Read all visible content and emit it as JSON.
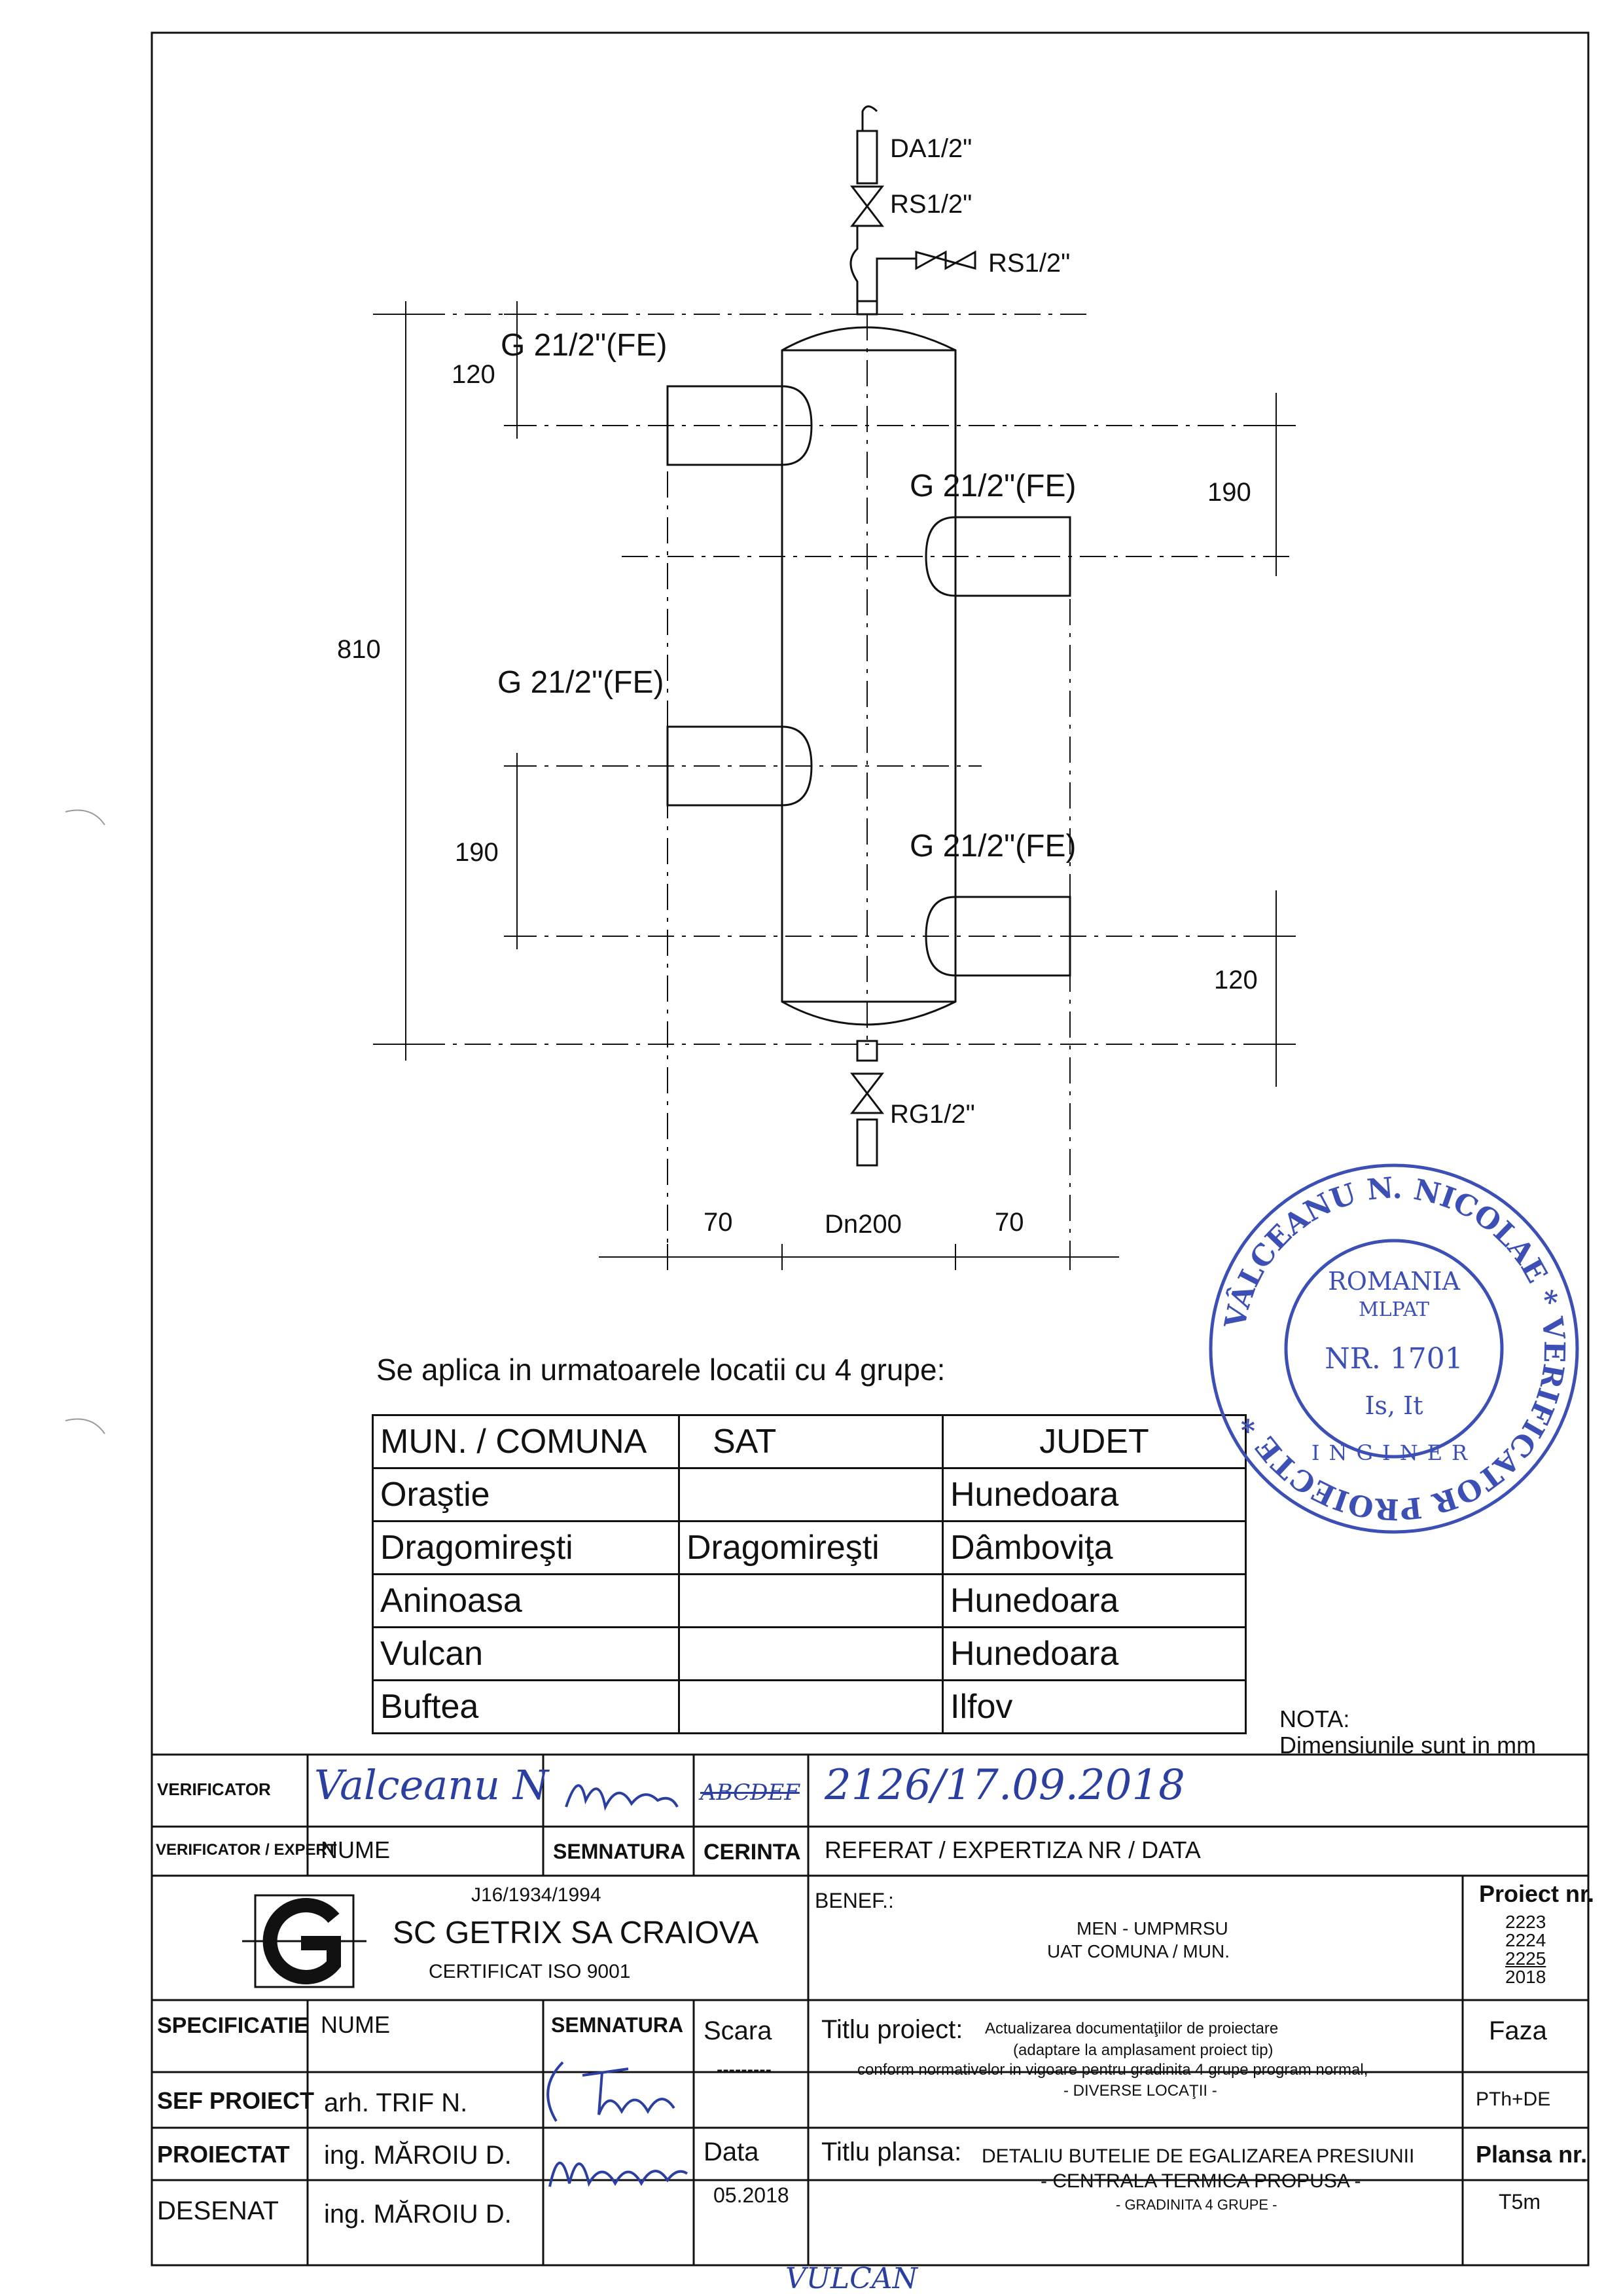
{
  "drawing": {
    "labels": {
      "da": "DA1/2\"",
      "rs_top": "RS1/2\"",
      "rs_side": "RS1/2\"",
      "g1": "G 21/2\"(FE)",
      "g2": "G 21/2\"(FE)",
      "g3": "G 21/2\"(FE)",
      "g4": "G 21/2\"(FE)",
      "rg": "RG1/2\""
    },
    "dimensions": {
      "d120_top": "120",
      "d190_right": "190",
      "d810": "810",
      "d190_left": "190",
      "d120_bottom": "120",
      "d70_left": "70",
      "dn200": "Dn200",
      "d70_right": "70"
    }
  },
  "locations": {
    "intro": "Se aplica in urmatoarele locatii cu 4 grupe:",
    "headers": [
      "MUN. / COMUNA",
      "SAT",
      "JUDET"
    ],
    "rows": [
      [
        "Oraştie",
        "",
        "Hunedoara"
      ],
      [
        "Dragomireşti",
        "Dragomireşti",
        "Dâmboviţa"
      ],
      [
        "Aninoasa",
        "",
        "Hunedoara"
      ],
      [
        "Vulcan",
        "",
        "Hunedoara"
      ],
      [
        "Buftea",
        "",
        "Ilfov"
      ]
    ]
  },
  "nota": {
    "label": "NOTA:",
    "text": "Dimensiunile sunt in mm"
  },
  "stamp": {
    "ring_text": "VÂLCEANU N. NICOLAE * VERIFICATOR PROIECTE *",
    "country": "ROMANIA",
    "agency": "MLPAT",
    "nr": "NR. 1701",
    "domain": "Is, It",
    "role": "INGINER"
  },
  "verification": {
    "verificator_label": "VERIFICATOR",
    "verificator_name": "Valceanu N",
    "cerinta_code": "ABCDEF",
    "referat": "2126/17.09.2018",
    "expert_label": "VERIFICATOR / EXPERT",
    "col_nume": "NUME",
    "col_semnatura": "SEMNATURA",
    "col_cerinta": "CERINTA",
    "col_referat": "REFERAT / EXPERTIZA NR / DATA"
  },
  "company": {
    "reg": "J16/1934/1994",
    "name": "SC GETRIX SA CRAIOVA",
    "cert": "CERTIFICAT ISO 9001"
  },
  "benef": {
    "label": "BENEF.:",
    "line1": "MEN - UMPMRSU",
    "line2": "UAT COMUNA / MUN."
  },
  "project_nr": {
    "label": "Proiect nr.",
    "numbers": [
      "2223",
      "2224",
      "2225"
    ],
    "year": "2018"
  },
  "staff": {
    "specificatie": "SPECIFICATIE",
    "nume": "NUME",
    "semnatura": "SEMNATURA",
    "sef_label": "SEF PROIECT",
    "sef_name": "arh. TRIF N.",
    "proiectat_label": "PROIECTAT",
    "proiectat_name": "ing. MĂROIU D.",
    "desenat_label": "DESENAT",
    "desenat_name": "ing. MĂROIU D."
  },
  "scale": {
    "label": "Scara",
    "value": "---------",
    "data_label": "Data",
    "data_value": "05.2018"
  },
  "title_project": {
    "label": "Titlu proiect:",
    "line1": "Actualizarea documentaţiilor de proiectare",
    "line2": "(adaptare la amplasament proiect tip)",
    "line3": "conform normativelor in vigoare pentru gradinita 4 grupe program normal,",
    "line4": "- DIVERSE LOCAŢII -"
  },
  "faza": {
    "label": "Faza",
    "value": "PTh+DE"
  },
  "title_plansa": {
    "label": "Titlu plansa:",
    "line1": "DETALIU BUTELIE DE EGALIZAREA PRESIUNII",
    "line2": "- CENTRALA TERMICA PROPUSA -",
    "line3": "- GRADINITA 4 GRUPE -"
  },
  "plansa": {
    "label": "Plansa nr.",
    "value": "T5m"
  },
  "footer_handwritten": "VULCAN"
}
